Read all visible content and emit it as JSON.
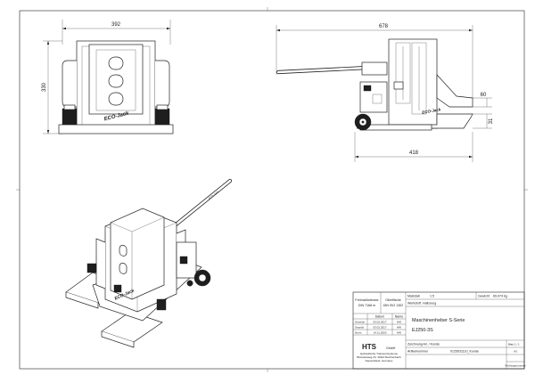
{
  "dimensions": {
    "front_width": "392",
    "front_height": "330",
    "side_length": "678",
    "side_base": "418",
    "side_right_a": "60",
    "side_right_b": "31"
  },
  "product_marks": {
    "brand_front": "ECO-Jack",
    "brand_side": "ECO-Jack",
    "handle_text": "ECO-Jack"
  },
  "title_block": {
    "tolerance_label": "Freimaßtoleranz",
    "tolerance_value": "DIN 7168 m",
    "surface_label": "Oberfläche",
    "surface_value": "DIN ISO 1302",
    "scale_label": "Maßstab",
    "scale_value": "1:5",
    "weight_label": "Gewicht",
    "weight_value": "69,074 kg",
    "material_label": "Werkstoff, Halbzeug",
    "date_header": "Datum",
    "name_header": "Name",
    "row_labels": [
      "Gezeich.",
      "Geprüft",
      "Norm"
    ],
    "row_dates": [
      "03.02.2017",
      "03.02.2017",
      "14.11.2020"
    ],
    "row_names": [
      "HW",
      "HW",
      "HW"
    ],
    "company_name": "HTS",
    "company_suffix": "GmbH",
    "company_lines": [
      "Hydraulische Transportsysteme",
      "Brüsselsweg 24, 33110 Reichenbach",
      "Deutschland, Germany"
    ],
    "title_line1": "Maschinenheber S-Serie",
    "title_line2": "EJ250-3S",
    "drawing_no_label": "Zeichnung-Nr. / Kunde",
    "article_label": "Artikelnummer",
    "article_value": "0125031110_Kunde",
    "sheet_label": "Blatt 1 / 1",
    "format_value": "A3",
    "project_label": "Prüfungsnummer"
  }
}
